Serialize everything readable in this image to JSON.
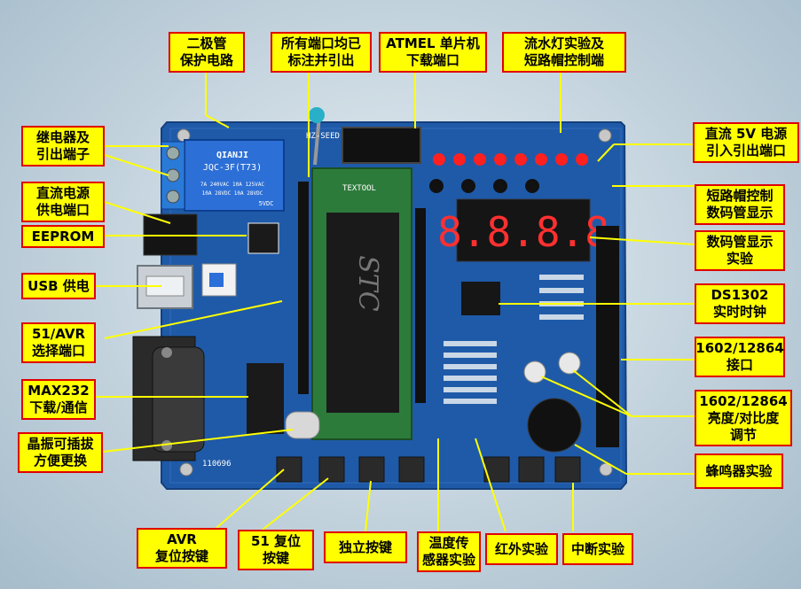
{
  "labels": {
    "diode": "二极管\n保护电路",
    "ports_marked": "所有端口均已\n标注并引出",
    "atmel": "ATMEL 单片机\n下载端口",
    "led_flow": "流水灯实验及\n短路帽控制端",
    "dc5v": "直流 5V 电源\n引入引出端口",
    "relay": "继电器及\n引出端子",
    "dc_power": "直流电源\n供电端口",
    "jumper_seg": "短路帽控制\n数码管显示",
    "eeprom": "EEPROM",
    "seg_exp": "数码管显示\n实验",
    "usb": "USB 供电",
    "ds1302": "DS1302\n实时时钟",
    "avr_sel": "51/AVR\n选择端口",
    "lcd_if": "1602/12864\n接口",
    "max232": "MAX232\n下载/通信",
    "lcd_contrast": "1602/12864\n亮度/对比度\n调节",
    "crystal": "晶振可插拔\n方便更换",
    "buzzer": "蜂鸣器实验",
    "avr_reset": "AVR\n复位按键",
    "reset51": "51 复位\n按键",
    "keys": "独立按键",
    "temp": "温度传\n感器实验",
    "ir": "红外实验",
    "irq": "中断实验"
  },
  "pcb": {
    "relay_brand": "QIANJI",
    "relay_model": "JQC-3F(T73)",
    "relay_spec1": "7A  240VAC  10A 125VAC",
    "relay_spec2": "10A  28VDC  10A 28VDC",
    "relay_coil": "5VDC",
    "socket_brand": "TEXTOOL",
    "chip_brand": "STC",
    "display": "8.8.8.8",
    "board_name": "HZ-SEED",
    "board_id": "110696",
    "colors": {
      "board": "#1f5aa8",
      "led": "#ff2020",
      "label_bg": "#ffff00",
      "label_border": "#e00000"
    }
  }
}
